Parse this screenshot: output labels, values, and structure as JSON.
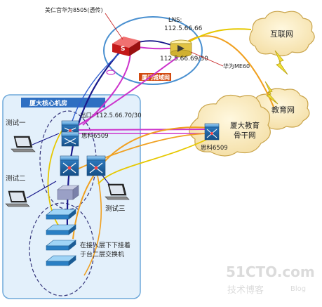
{
  "labels": {
    "huawei_8505": "美仁宫华为8505(透传)",
    "lns": "LNS:",
    "ip_lns_top": "112.5.66.66",
    "ip_lns_bottom": "112.5.66.69/30",
    "huawei_me60": "华为ME60",
    "xiamen_metro": "厦门城域网",
    "internet": "互联网",
    "education_net": "教育网",
    "xmu_backbone_1": "厦大教育",
    "xmu_backbone_2": "骨干网",
    "cisco_backbone": "思科6509",
    "core_room": "厦大核心机房",
    "test1": "测试一",
    "test2": "测试二",
    "test3": "测试三",
    "cisco_core": "思科6509",
    "exit_ip": "出口: 112.5.66.70/30",
    "access_note_1": "在接入层下下挂着",
    "access_note_2": "于台二层交换机",
    "watermark_main": "51CTO.com",
    "watermark_sub": "技术博客",
    "watermark_blog": "Blog"
  },
  "colors": {
    "link_purple": "#cc33cc",
    "link_navy": "#1a1a8c",
    "link_orange": "#f0a020",
    "link_yellow": "#e6c800",
    "router_red": "#d92020",
    "cloud_fill": "#fbefc9",
    "room_fill": "#dcecfa",
    "room_header": "#2a6cc0",
    "switch_blue": "#2a7fc4"
  },
  "icons": {
    "huawei_8505": "red-router-icon",
    "me60": "yellow-router-icon",
    "laptops": "laptop-icon",
    "core_switches": "multilayer-switch-icon",
    "access_switches": "workgroup-switch-icon",
    "wan_links": "lightning-icon"
  }
}
